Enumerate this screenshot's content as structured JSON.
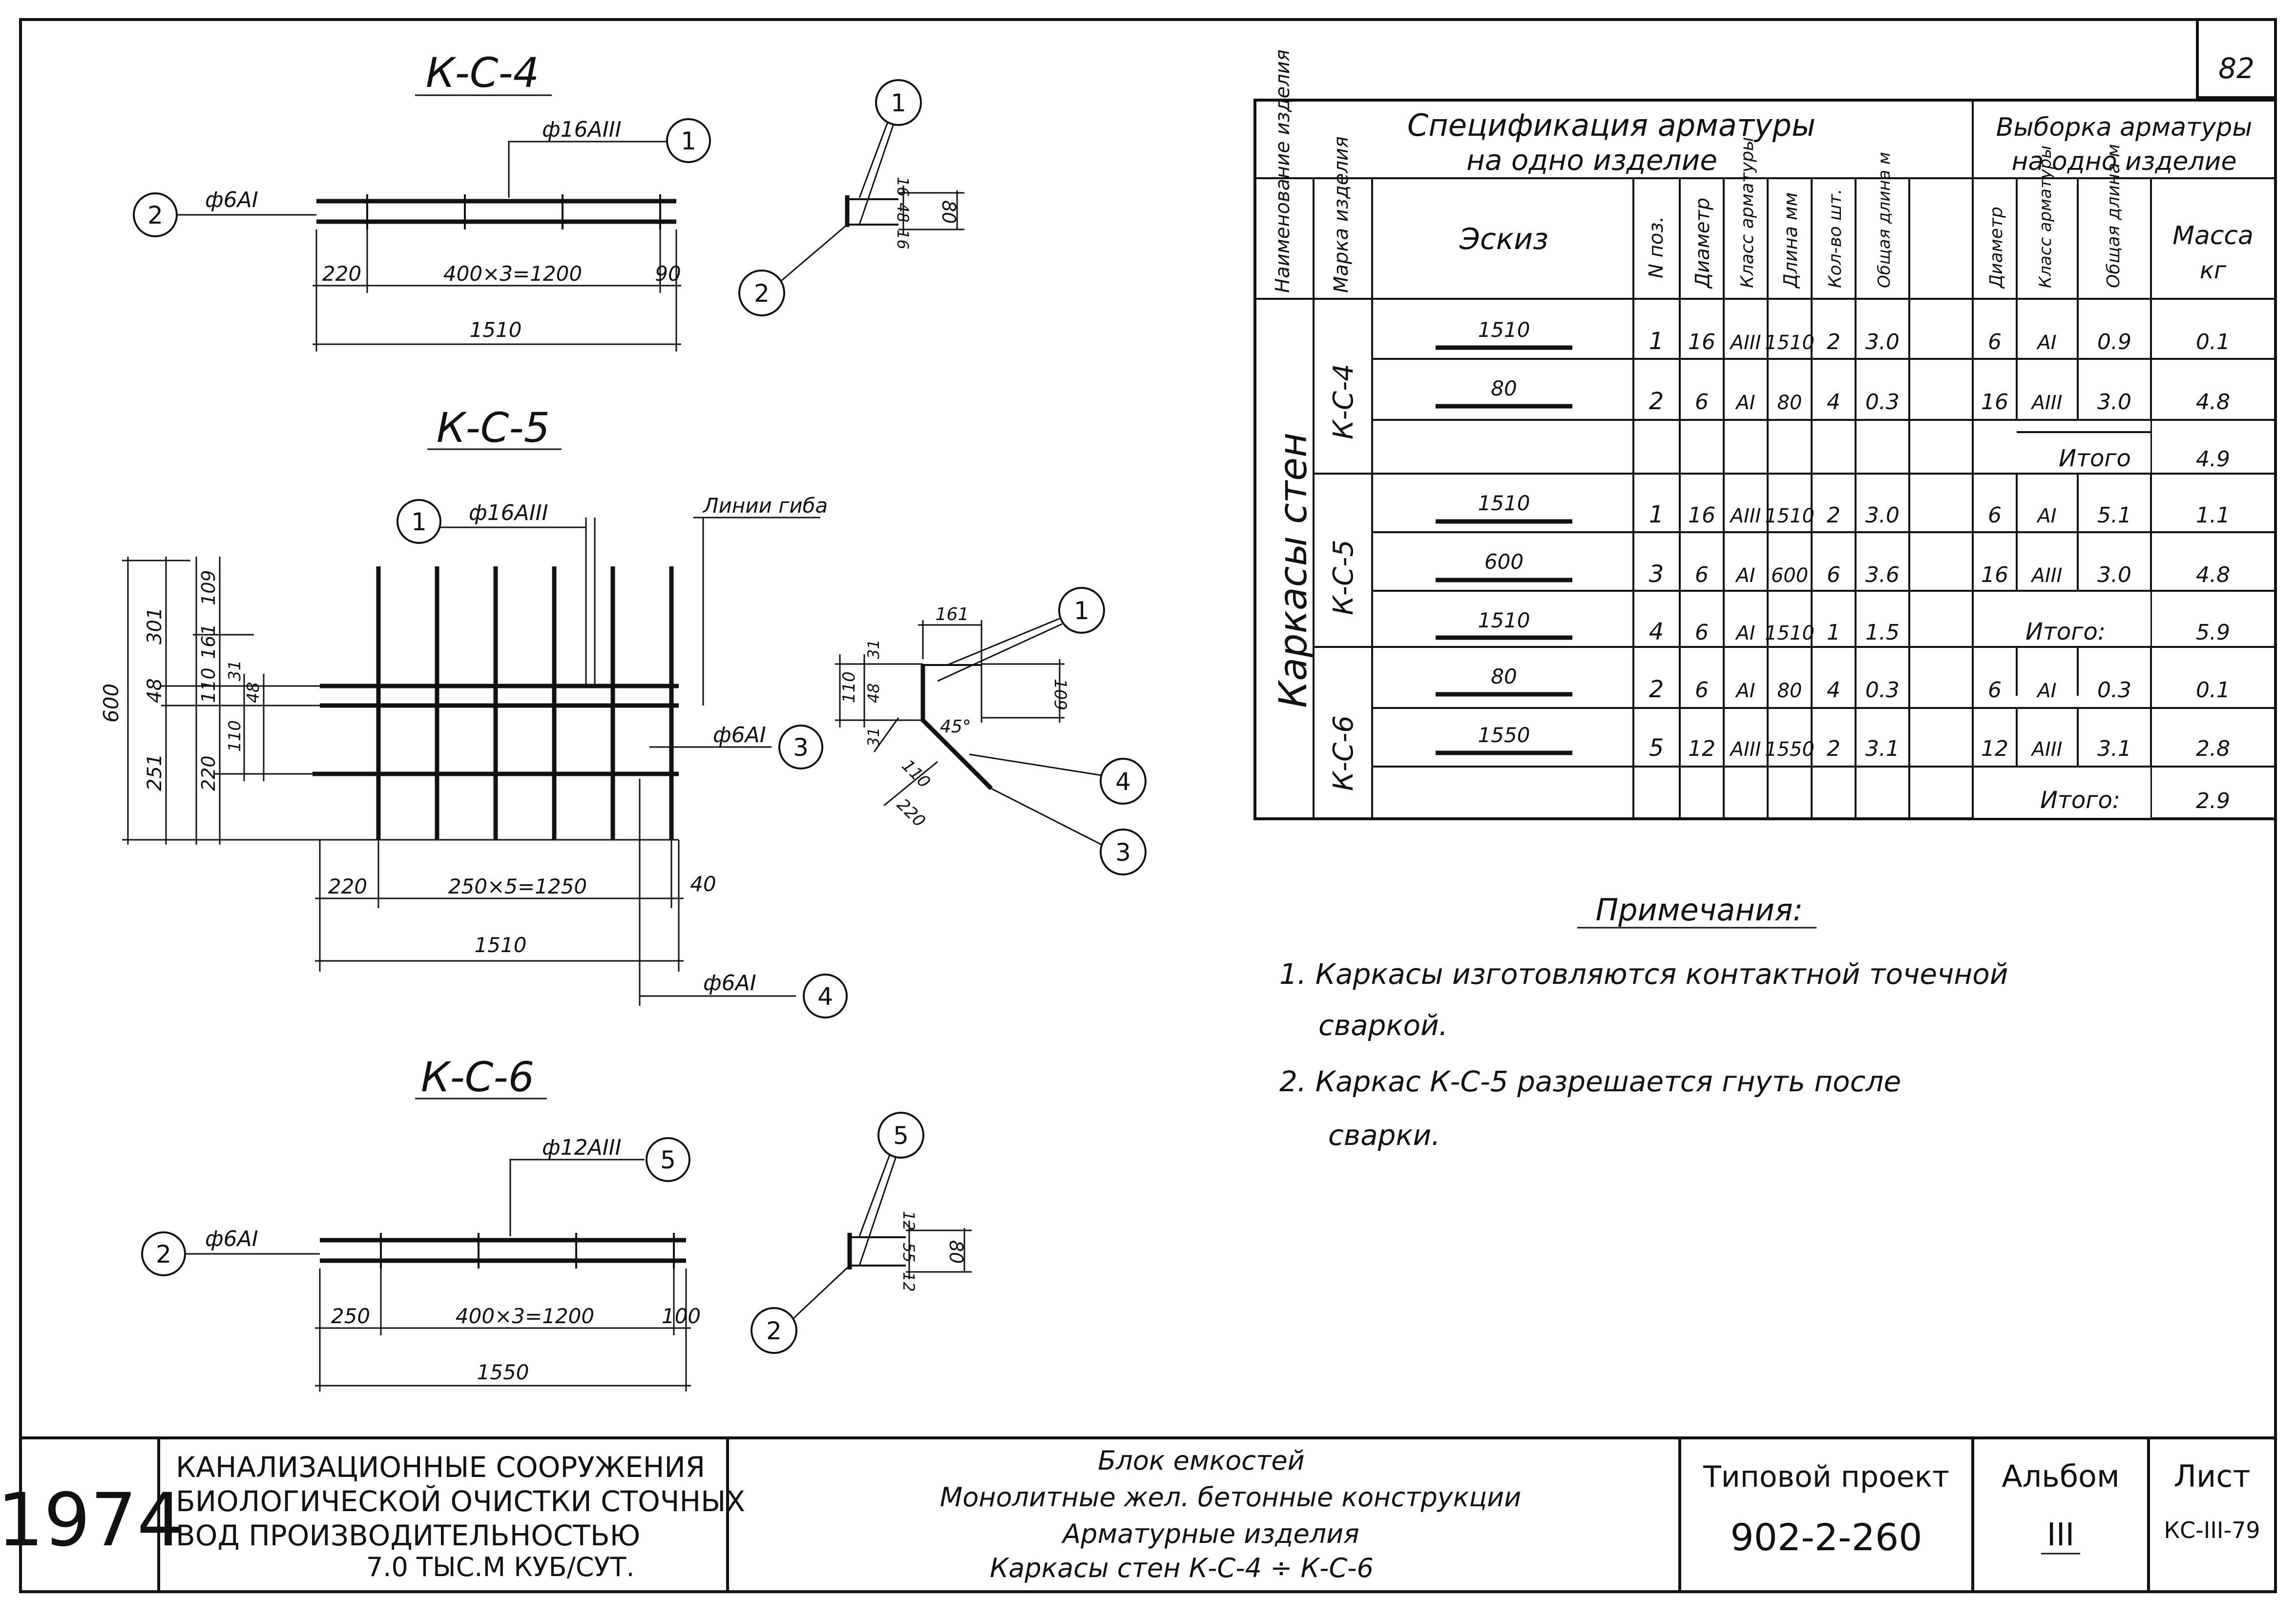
{
  "sheet": {
    "page_number": "82",
    "notes_title": "Примечания:",
    "notes": [
      "1. Каркасы изготовляются контактной точечной",
      "сваркой.",
      "2. Каркас К-С-5 разрешается гнуть после",
      "сварки."
    ]
  },
  "drawings": {
    "ks4": {
      "title": "К-С-4",
      "rod_main": "ф16АIII",
      "rod_cross": "ф6АI",
      "pos_main": "1",
      "pos_cross": "2",
      "dim_left": "220",
      "dim_mid": "400×3=1200",
      "dim_right": "90",
      "dim_total": "1510",
      "sec_a": "16",
      "sec_b": "48",
      "sec_c": "16",
      "sec_h": "80"
    },
    "ks5": {
      "title": "К-С-5",
      "rod_main": "ф16АIII",
      "bend_label": "Линии гиба",
      "rod_cross": "ф6АI",
      "rod_bent": "ф6АI",
      "pos_main": "1",
      "pos_cross": "3",
      "pos_bent": "4",
      "dim_h_total": "600",
      "dim_h_top": "301",
      "dim_h_mid": "48",
      "dim_h_bot": "251",
      "dim_b1": "109",
      "dim_b2": "161",
      "dim_b3": "110",
      "dim_b4": "220",
      "dim_c1": "31",
      "dim_c2": "48",
      "dim_c3": "110",
      "dim_left": "220",
      "dim_mid": "250×5=1250",
      "dim_right": "40",
      "dim_total": "1510",
      "sec_top": "161",
      "sec_left1": "31",
      "sec_left2": "48",
      "sec_left3": "110",
      "sec_left4": "31",
      "sec_right": "109",
      "sec_angle": "45°",
      "sec_diag1": "110",
      "sec_diag2": "220"
    },
    "ks6": {
      "title": "К-С-6",
      "rod_main": "ф12АIII",
      "rod_cross": "ф6АI",
      "pos_main": "5",
      "pos_cross": "2",
      "dim_left": "250",
      "dim_mid": "400×3=1200",
      "dim_right": "100",
      "dim_total": "1550",
      "sec_a": "12",
      "sec_b": "55",
      "sec_c": "12",
      "sec_h": "80"
    }
  },
  "table": {
    "title_spec_1": "Спецификация арматуры",
    "title_spec_2": "на одно изделие",
    "title_sel_1": "Выборка арматуры",
    "title_sel_2": "на одно изделие",
    "h_name": "Наименование изделия",
    "h_mark": "Марка изделия",
    "h_sketch": "Эскиз",
    "h_pos": "N поз.",
    "h_diam": "Диаметр",
    "h_class": "Класс арматуры",
    "h_len": "Длина мм",
    "h_qty": "Кол-во шт.",
    "h_total": "Общая длина м",
    "h_sdiam": "Диаметр",
    "h_sclass": "Класс арматуры",
    "h_stotal": "Общая длина м",
    "h_mass_1": "Масса",
    "h_mass_2": "кг",
    "group_name": "Каркасы стен",
    "marks": [
      "К-С-4",
      "К-С-5",
      "К-С-6"
    ],
    "rows": [
      {
        "sketch": "1510",
        "pos": "1",
        "diam": "16",
        "cls": "АIII",
        "len": "1510",
        "qty": "2",
        "total": "3.0",
        "sdiam": "6",
        "scls": "АI",
        "stotal": "0.9",
        "mass": "0.1"
      },
      {
        "sketch": "80",
        "pos": "2",
        "diam": "6",
        "cls": "АI",
        "len": "80",
        "qty": "4",
        "total": "0.3",
        "sdiam": "16",
        "scls": "АIII",
        "stotal": "3.0",
        "mass": "4.8"
      },
      {
        "subtotal": "Итого",
        "mass": "4.9"
      },
      {
        "sketch": "1510",
        "pos": "1",
        "diam": "16",
        "cls": "АIII",
        "len": "1510",
        "qty": "2",
        "total": "3.0",
        "sdiam": "6",
        "scls": "АI",
        "stotal": "5.1",
        "mass": "1.1"
      },
      {
        "sketch": "600",
        "pos": "3",
        "diam": "6",
        "cls": "АI",
        "len": "600",
        "qty": "6",
        "total": "3.6",
        "sdiam": "16",
        "scls": "АIII",
        "stotal": "3.0",
        "mass": "4.8"
      },
      {
        "sketch": "1510",
        "pos": "4",
        "diam": "6",
        "cls": "АI",
        "len": "1510",
        "qty": "1",
        "total": "1.5",
        "subtotal": "Итого:",
        "mass": "5.9"
      },
      {
        "sketch": "80",
        "pos": "2",
        "diam": "6",
        "cls": "АI",
        "len": "80",
        "qty": "4",
        "total": "0.3",
        "sdiam": "6",
        "scls": "АI",
        "stotal": "0.3",
        "mass": "0.1"
      },
      {
        "sketch": "1550",
        "pos": "5",
        "diam": "12",
        "cls": "АIII",
        "len": "1550",
        "qty": "2",
        "total": "3.1",
        "sdiam": "12",
        "scls": "АIII",
        "stotal": "3.1",
        "mass": "2.8"
      },
      {
        "subtotal": "Итого:",
        "mass": "2.9"
      }
    ]
  },
  "stamp": {
    "year": "1974",
    "org_1": "КАНАЛИЗАЦИОННЫЕ СООРУЖЕНИЯ",
    "org_2": "БИОЛОГИЧЕСКОЙ ОЧИСТКИ СТОЧНЫХ",
    "org_3": "ВОД ПРОИЗВОДИТЕЛЬНОСТЬЮ",
    "org_4": "7.0 ТЫС.М КУБ/СУТ.",
    "desc_1": "Блок емкостей",
    "desc_2": "Монолитные жел. бетонные конструкции",
    "desc_3": "Арматурные изделия",
    "desc_4": "Каркасы стен К-С-4 ÷ К-С-6",
    "project_label": "Типовой проект",
    "project_code": "902-2-260",
    "album_label": "Альбом",
    "album_value": "III",
    "sheet_label": "Лист",
    "sheet_value": "КС-III-79"
  }
}
